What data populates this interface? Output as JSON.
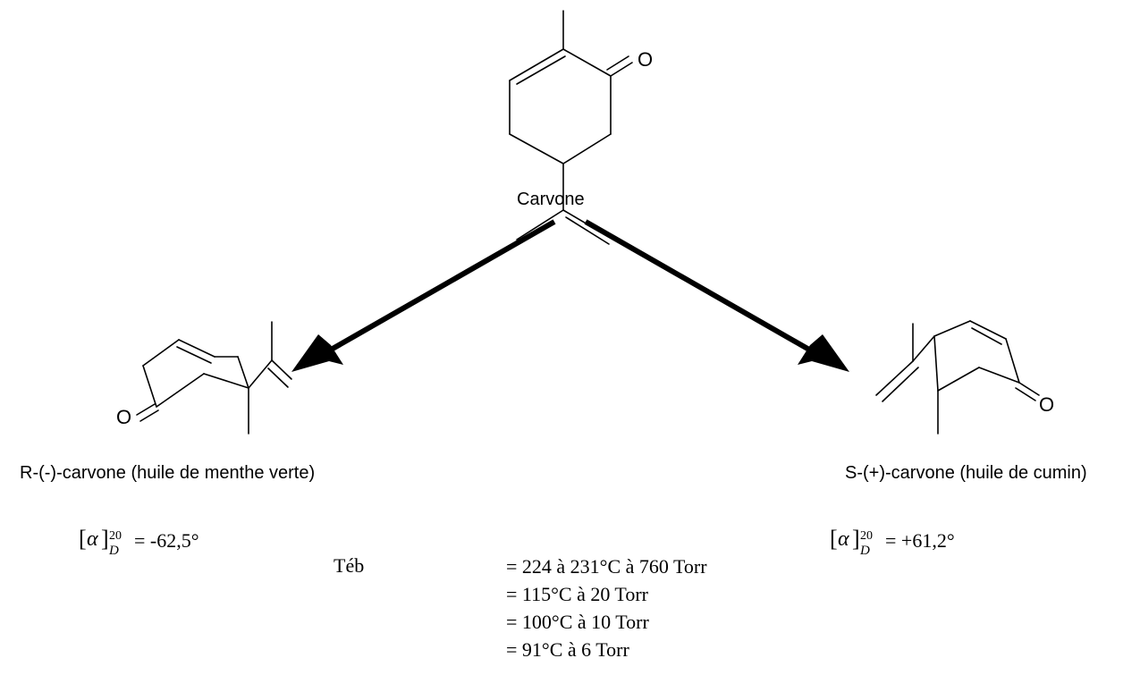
{
  "figure": {
    "top_name": "Carvone",
    "atom_O": "O",
    "left_name": "R-(-)-carvone (huile de menthe verte)",
    "right_name": "S-(+)-carvone (huile de cumin)",
    "left_rotation": {
      "open": "[",
      "alpha": "α",
      "close": "]",
      "temp": "20",
      "line": "D",
      "value": "= -62,5°"
    },
    "right_rotation": {
      "open": "[",
      "alpha": "α",
      "close": "]",
      "temp": "20",
      "line": "D",
      "value": "= +61,2°"
    },
    "boiling": {
      "label": "Téb",
      "lines": [
        "= 224 à 231°C à 760 Torr",
        "= 115°C à 20 Torr",
        "= 100°C à 10 Torr",
        "= 91°C à 6 Torr"
      ]
    }
  }
}
